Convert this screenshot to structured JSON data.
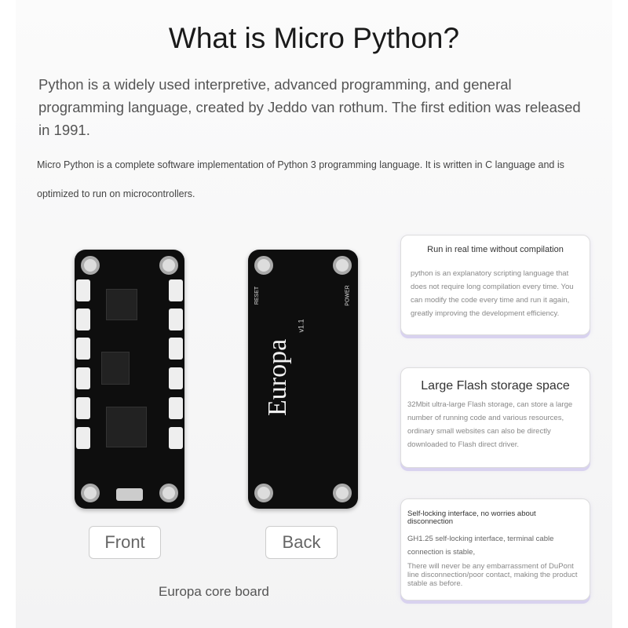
{
  "title": "What is Micro Python?",
  "intro": "Python is a widely used interpretive, advanced programming, and general programming language, created by Jeddo van rothum. The first edition was released in 1991.",
  "intro2": "Micro Python is a complete software implementation of Python 3 programming language. It is written in C language and is optimized to run on microcontrollers.",
  "boards": {
    "front_label": "Front",
    "back_label": "Back",
    "caption": "Europa core board",
    "back_logo": "Europa",
    "back_version": "v1.1",
    "back_silk": [
      "RESET",
      "POWER"
    ]
  },
  "cards": [
    {
      "title": "Run in real time without compilation",
      "body": "python is an explanatory scripting language that does not require long compilation every time. You can modify the code every time and run it again, greatly improving the development efficiency."
    },
    {
      "title": "Large Flash storage space",
      "body": "32Mbit ultra-large Flash storage, can store a large number of running code and various resources, ordinary small websites can also be directly downloaded to Flash direct driver."
    },
    {
      "title": "Self-locking interface, no worries about disconnection",
      "body": "GH1.25 self-locking interface, terminal cable connection is stable,",
      "body2": "There will never be any embarrassment of DuPont line disconnection/poor contact, making the product stable as before."
    }
  ],
  "colors": {
    "card_shadow": "#d8d2ef",
    "board": "#0e0e0e"
  }
}
